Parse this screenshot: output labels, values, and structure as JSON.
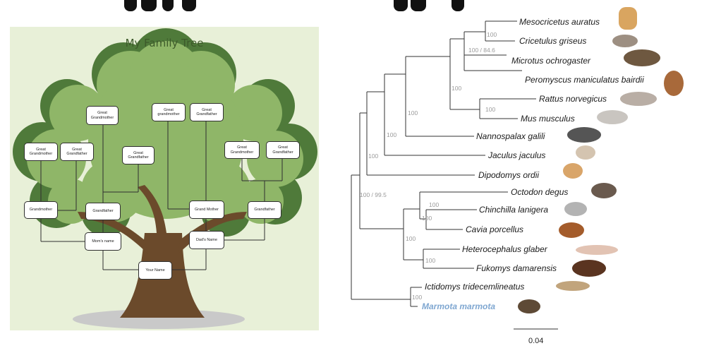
{
  "family_tree": {
    "title": "My Family Tree",
    "labels": {
      "gg_top_left": "Great Grandmother",
      "gg_mid_left_1": "Great Grandmother",
      "gg_mid_left_2": "Great Grandfather",
      "gf_center": "Great Grandfather",
      "gg_top_mid": "Great grandmother",
      "gf_top_mid": "Great Grandfather",
      "gg_right_1": "Great Grandmother",
      "gf_right_2": "Great Grandfather",
      "grandmother_left": "Grandmother",
      "grandfather_left": "Grandfather",
      "grand_mother_right": "Grand Mother",
      "grandfather_right": "Grandfather",
      "moms_name": "Mom's name",
      "dads_name": "Dad's Name",
      "your_name": "Your Name"
    }
  },
  "phylo_tree": {
    "taxa": [
      "Mesocricetus auratus",
      "Cricetulus griseus",
      "Microtus ochrogaster",
      "Peromyscus maniculatus bairdii",
      "Rattus norvegicus",
      "Mus musculus",
      "Nannospalax galili",
      "Jaculus jaculus",
      "Dipodomys ordii",
      "Octodon degus",
      "Chinchilla lanigera",
      "Cavia porcellus",
      "Heterocephalus glaber",
      "Fukomys damarensis",
      "Ictidomys tridecemlineatus",
      "Marmota marmota"
    ],
    "highlight_taxon": "Marmota marmota",
    "supports": {
      "s1": "100",
      "s2": "100 / 84.6",
      "s3": "100",
      "s4": "100",
      "s5": "100",
      "s6": "100",
      "s7": "100",
      "s8": "100 / 99.5",
      "s9": "100",
      "s10": "100",
      "s11": "100",
      "s12": "100",
      "s13": "100"
    },
    "scale_bar_label": "0.04"
  },
  "colors": {
    "panel_bg": "#e8f0d8",
    "canopy_dark": "#4f7a3a",
    "canopy_light": "#8fb668",
    "trunk": "#6b4a2b",
    "highlight": "#7fa7d1"
  }
}
